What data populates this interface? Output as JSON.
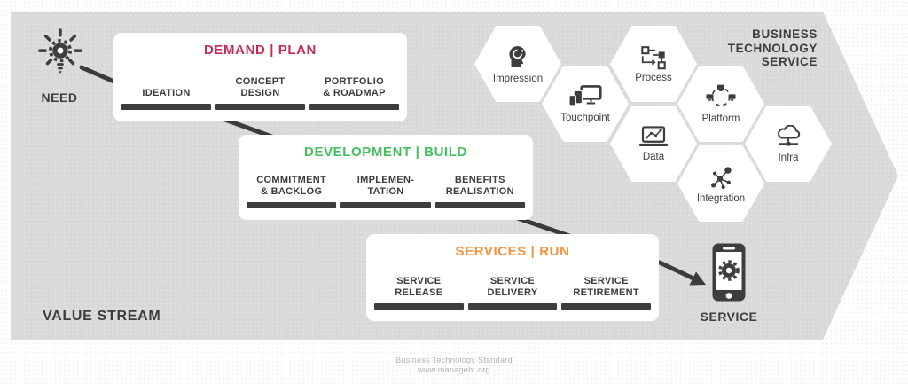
{
  "palette": {
    "arrow_bg": "#d9d9d9",
    "ink": "#3d3d3d",
    "demand_red": "#c22d54",
    "build_green": "#45c05f",
    "run_orange": "#f6913e",
    "footer_gray": "#b3b3b3"
  },
  "need": {
    "label": "NEED",
    "icon": "lightbulb-gear-icon"
  },
  "service": {
    "label": "SERVICE",
    "icon": "smartphone-gear-icon"
  },
  "value_stream_label": "VALUE STREAM",
  "stages": [
    {
      "title": "DEMAND | PLAN",
      "color": "#c22d54",
      "substages": [
        {
          "label": "IDEATION"
        },
        {
          "label": "CONCEPT\nDESIGN"
        },
        {
          "label": "PORTFOLIO\n& ROADMAP"
        }
      ]
    },
    {
      "title": "DEVELOPMENT | BUILD",
      "color": "#45c05f",
      "substages": [
        {
          "label": "COMMITMENT\n& BACKLOG"
        },
        {
          "label": "IMPLEMEN-\nTATION"
        },
        {
          "label": "BENEFITS\nREALISATION"
        }
      ]
    },
    {
      "title": "SERVICES | RUN",
      "color": "#f6913e",
      "substages": [
        {
          "label": "SERVICE\nRELEASE"
        },
        {
          "label": "SERVICE\nDELIVERY"
        },
        {
          "label": "SERVICE\nRETIREMENT"
        }
      ]
    }
  ],
  "bts": {
    "title": "BUSINESS\nTECHNOLOGY\nSERVICE",
    "hexagons": [
      {
        "label": "Impression",
        "icon": "impression-icon"
      },
      {
        "label": "Touchpoint",
        "icon": "touchpoint-icon"
      },
      {
        "label": "Process",
        "icon": "process-icon"
      },
      {
        "label": "Data",
        "icon": "data-icon"
      },
      {
        "label": "Platform",
        "icon": "platform-icon"
      },
      {
        "label": "Integration",
        "icon": "integration-icon"
      },
      {
        "label": "Infra",
        "icon": "infra-icon"
      }
    ]
  },
  "footer": {
    "line1": "Business Technology Standard",
    "line2": "www.managebt.org"
  }
}
